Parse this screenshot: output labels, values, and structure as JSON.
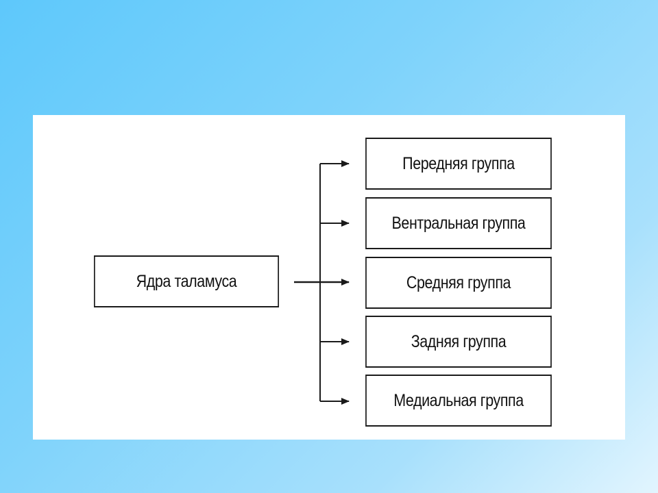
{
  "diagram": {
    "root": {
      "label": "Ядра таламуса"
    },
    "groups": [
      {
        "label": "Передняя группа"
      },
      {
        "label": "Вентральная группа"
      },
      {
        "label": "Средняя группа"
      },
      {
        "label": "Задняя группа"
      },
      {
        "label": "Медиальная группа"
      }
    ],
    "colors": {
      "line": "#1a1a1a",
      "box_fill": "#ffffff",
      "background_start": "#5ec8fb",
      "background_end": "#e2f5fe"
    }
  }
}
